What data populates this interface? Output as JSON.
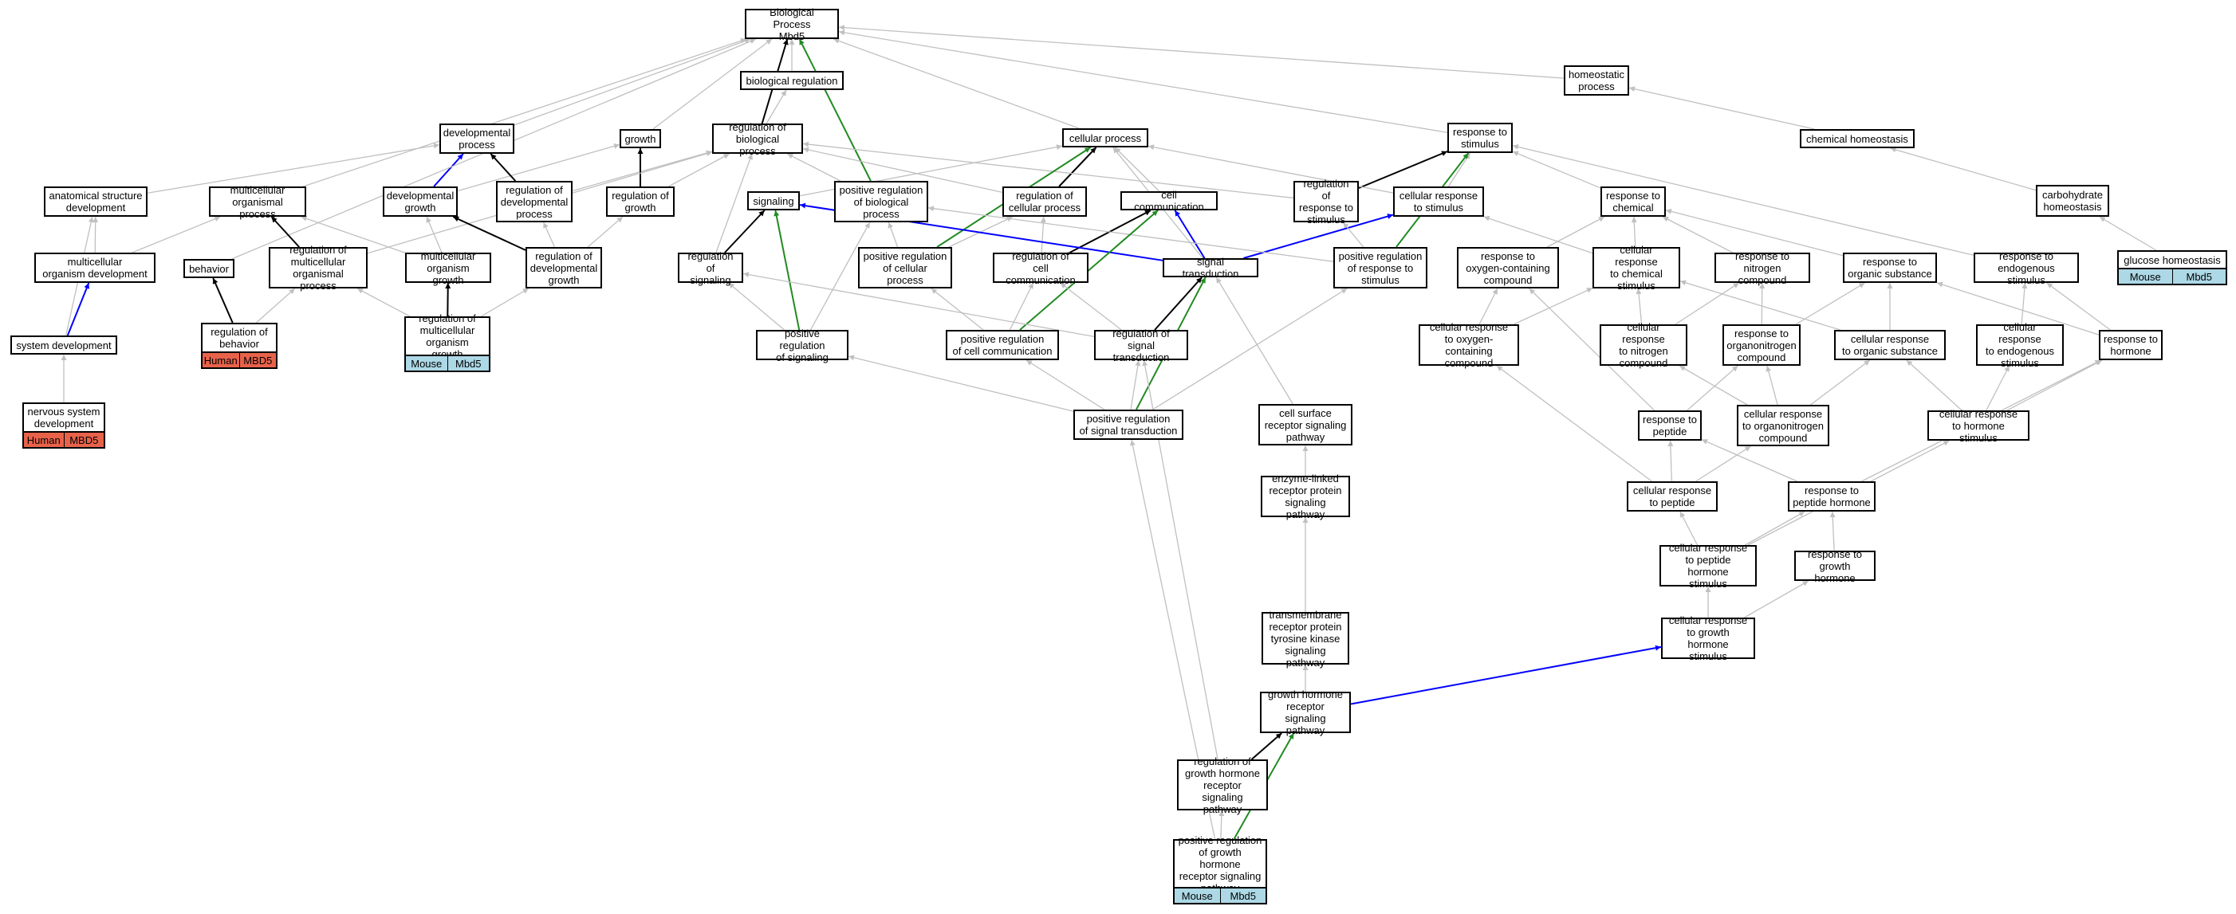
{
  "colors": {
    "is_a": "#c0c0c0",
    "part_of": "#000000",
    "regulates": "#0000ff",
    "positively_regulates": "#228b22",
    "human_tag": "#e8624a",
    "mouse_tag": "#add8e6"
  },
  "nodes": {
    "bp": "Biological Process\nMbd5",
    "bioreg": "biological regulation",
    "homeostatic": "homeostatic\nprocess",
    "chemhomeo": "chemical homeostasis",
    "carbhomeo": "carbohydrate\nhomeostasis",
    "glucosehomeo": "glucose homeostasis",
    "devproc": "developmental\nprocess",
    "growth": "growth",
    "regbio": "regulation of\nbiological process",
    "cellproc": "cellular process",
    "respstim": "response to\nstimulus",
    "anatdev": "anatomical structure\ndevelopment",
    "multiorg": "multicellular\norganismal process",
    "devgrowth": "developmental\ngrowth",
    "regdevproc": "regulation of\ndevelopmental\nprocess",
    "reggrowth": "regulation of\ngrowth",
    "signaling": "signaling",
    "posregbio": "positive regulation\nof biological\nprocess",
    "regcellproc": "regulation of\ncellular process",
    "cellcomm": "cell communication",
    "regrespstim": "regulation of\nresponse to\nstimulus",
    "cellrespstim": "cellular response\nto stimulus",
    "respchem": "response to\nchemical",
    "multiorgdev": "multicellular\norganism development",
    "behavior": "behavior",
    "regmultiorg": "regulation of\nmulticellular\norganismal process",
    "multigrowth": "multicellular\norganism growth",
    "regdevgrowth": "regulation of\ndevelopmental\ngrowth",
    "regsignaling": "regulation of\nsignaling",
    "posregcellproc": "positive regulation\nof cellular\nprocess",
    "regcellcomm": "regulation of\ncell communication",
    "sigtrans": "signal transduction",
    "posregrespstim": "positive regulation\nof response to\nstimulus",
    "respoxy": "response to\noxygen-containing\ncompound",
    "cellrespchem": "cellular response\nto chemical\nstimulus",
    "respnitro": "response to\nnitrogen compound",
    "resporgsub": "response to\norganic substance",
    "respendo": "response to\nendogenous stimulus",
    "sysdev": "system development",
    "regbehavior": "regulation of\nbehavior",
    "regmultigrowth": "regulation of\nmulticellular\norganism growth",
    "posregsig": "positive regulation\nof signaling",
    "posregcellcomm": "positive regulation\nof cell communication",
    "regsigtrans": "regulation of\nsignal transduction",
    "cellrespoxy": "cellular response\nto oxygen-containing\ncompound",
    "cellrespnitro": "cellular response\nto nitrogen\ncompound",
    "respnorgnitro": "response to\norganonitrogen\ncompound",
    "cellresporgsub": "cellular response\nto organic substance",
    "cellrespendo": "cellular response\nto endogenous\nstimulus",
    "resphormone": "response to\nhormone",
    "nervdev": "nervous system\ndevelopment",
    "posregsigtrans": "positive regulation\nof signal transduction",
    "cellsurf": "cell surface\nreceptor signaling\npathway",
    "resppeptide": "response to\npeptide",
    "cellresporgnitro": "cellular response\nto organonitrogen\ncompound",
    "cellresphormone": "cellular response\nto hormone stimulus",
    "enzlinked": "enzyme-linked\nreceptor protein\nsignaling pathway",
    "cellresppeptide": "cellular response\nto peptide",
    "resppephormone": "response to\npeptide hormone",
    "cellresppephormone": "cellular response\nto peptide hormone\nstimulus",
    "respgh": "response to\ngrowth hormone",
    "transmem": "transmembrane\nreceptor protein\ntyrosine kinase\nsignaling pathway",
    "cellrespgh": "cellular response\nto growth hormone\nstimulus",
    "ghpathway": "growth hormone\nreceptor signaling\npathway",
    "regghpathway": "regulation of\ngrowth hormone\nreceptor signaling\npathway",
    "posregghpathway": "positive regulation\nof growth hormone\nreceptor signaling\npathway"
  },
  "tags": {
    "glucosehomeo": [
      "Mouse",
      "Mbd5"
    ],
    "regbehavior": [
      "Human",
      "MBD5"
    ],
    "regmultigrowth": [
      "Mouse",
      "Mbd5"
    ],
    "nervdev": [
      "Human",
      "MBD5"
    ],
    "posregghpathway": [
      "Mouse",
      "Mbd5"
    ]
  },
  "edges": [
    [
      "bioreg",
      "bp",
      "is_a"
    ],
    [
      "homeostatic",
      "bp",
      "is_a"
    ],
    [
      "chemhomeo",
      "homeostatic",
      "is_a"
    ],
    [
      "carbhomeo",
      "chemhomeo",
      "is_a"
    ],
    [
      "glucosehomeo",
      "carbhomeo",
      "is_a"
    ],
    [
      "devproc",
      "bp",
      "is_a"
    ],
    [
      "growth",
      "bp",
      "is_a"
    ],
    [
      "regbio",
      "bioreg",
      "is_a"
    ],
    [
      "regbio",
      "bp",
      "part_of"
    ],
    [
      "cellproc",
      "bp",
      "is_a"
    ],
    [
      "respstim",
      "bp",
      "is_a"
    ],
    [
      "anatdev",
      "devproc",
      "is_a"
    ],
    [
      "multiorg",
      "bp",
      "is_a"
    ],
    [
      "devgrowth",
      "devproc",
      "regulates"
    ],
    [
      "devgrowth",
      "growth",
      "is_a"
    ],
    [
      "regdevproc",
      "devproc",
      "part_of"
    ],
    [
      "regdevproc",
      "regbio",
      "is_a"
    ],
    [
      "reggrowth",
      "growth",
      "part_of"
    ],
    [
      "reggrowth",
      "regbio",
      "is_a"
    ],
    [
      "signaling",
      "cellproc",
      "is_a"
    ],
    [
      "posregbio",
      "bp",
      "positively_regulates"
    ],
    [
      "posregbio",
      "regbio",
      "is_a"
    ],
    [
      "regcellproc",
      "cellproc",
      "part_of"
    ],
    [
      "regcellproc",
      "regbio",
      "is_a"
    ],
    [
      "cellcomm",
      "cellproc",
      "is_a"
    ],
    [
      "regrespstim",
      "respstim",
      "part_of"
    ],
    [
      "regrespstim",
      "regbio",
      "is_a"
    ],
    [
      "cellrespstim",
      "respstim",
      "is_a"
    ],
    [
      "cellrespstim",
      "cellproc",
      "is_a"
    ],
    [
      "respchem",
      "respstim",
      "is_a"
    ],
    [
      "multiorgdev",
      "anatdev",
      "is_a"
    ],
    [
      "multiorgdev",
      "multiorg",
      "is_a"
    ],
    [
      "behavior",
      "bp",
      "is_a"
    ],
    [
      "regmultiorg",
      "multiorg",
      "part_of"
    ],
    [
      "regmultiorg",
      "regbio",
      "is_a"
    ],
    [
      "multigrowth",
      "devgrowth",
      "is_a"
    ],
    [
      "multigrowth",
      "multiorg",
      "is_a"
    ],
    [
      "regdevgrowth",
      "devgrowth",
      "part_of"
    ],
    [
      "regdevgrowth",
      "regdevproc",
      "is_a"
    ],
    [
      "regdevgrowth",
      "reggrowth",
      "is_a"
    ],
    [
      "regsignaling",
      "signaling",
      "part_of"
    ],
    [
      "regsignaling",
      "regbio",
      "is_a"
    ],
    [
      "posregcellproc",
      "cellproc",
      "positively_regulates"
    ],
    [
      "posregcellproc",
      "regcellproc",
      "is_a"
    ],
    [
      "posregcellproc",
      "posregbio",
      "is_a"
    ],
    [
      "regcellcomm",
      "cellcomm",
      "part_of"
    ],
    [
      "regcellcomm",
      "regcellproc",
      "is_a"
    ],
    [
      "sigtrans",
      "signaling",
      "regulates"
    ],
    [
      "sigtrans",
      "cellcomm",
      "regulates"
    ],
    [
      "sigtrans",
      "cellrespstim",
      "regulates"
    ],
    [
      "sigtrans",
      "cellproc",
      "is_a"
    ],
    [
      "posregrespstim",
      "regrespstim",
      "is_a"
    ],
    [
      "posregrespstim",
      "respstim",
      "positively_regulates"
    ],
    [
      "posregrespstim",
      "posregbio",
      "is_a"
    ],
    [
      "respoxy",
      "respchem",
      "is_a"
    ],
    [
      "cellrespchem",
      "respchem",
      "is_a"
    ],
    [
      "cellrespchem",
      "cellrespstim",
      "is_a"
    ],
    [
      "respnitro",
      "respchem",
      "is_a"
    ],
    [
      "resporgsub",
      "respchem",
      "is_a"
    ],
    [
      "respendo",
      "respstim",
      "is_a"
    ],
    [
      "sysdev",
      "multiorgdev",
      "regulates"
    ],
    [
      "sysdev",
      "anatdev",
      "is_a"
    ],
    [
      "regbehavior",
      "behavior",
      "part_of"
    ],
    [
      "regbehavior",
      "regmultiorg",
      "is_a"
    ],
    [
      "regmultigrowth",
      "multigrowth",
      "part_of"
    ],
    [
      "regmultigrowth",
      "regmultiorg",
      "is_a"
    ],
    [
      "regmultigrowth",
      "regdevgrowth",
      "is_a"
    ],
    [
      "posregsig",
      "signaling",
      "positively_regulates"
    ],
    [
      "posregsig",
      "regsignaling",
      "is_a"
    ],
    [
      "posregsig",
      "posregbio",
      "is_a"
    ],
    [
      "posregcellcomm",
      "cellcomm",
      "positively_regulates"
    ],
    [
      "posregcellcomm",
      "regcellcomm",
      "is_a"
    ],
    [
      "posregcellcomm",
      "posregcellproc",
      "is_a"
    ],
    [
      "regsigtrans",
      "sigtrans",
      "part_of"
    ],
    [
      "regsigtrans",
      "regsignaling",
      "is_a"
    ],
    [
      "regsigtrans",
      "regcellcomm",
      "is_a"
    ],
    [
      "cellrespoxy",
      "respoxy",
      "is_a"
    ],
    [
      "cellrespoxy",
      "cellrespchem",
      "is_a"
    ],
    [
      "cellrespnitro",
      "respnitro",
      "is_a"
    ],
    [
      "cellrespnitro",
      "cellrespchem",
      "is_a"
    ],
    [
      "respnorgnitro",
      "respnitro",
      "is_a"
    ],
    [
      "respnorgnitro",
      "resporgsub",
      "is_a"
    ],
    [
      "cellresporgsub",
      "resporgsub",
      "is_a"
    ],
    [
      "cellresporgsub",
      "cellrespchem",
      "is_a"
    ],
    [
      "cellrespendo",
      "respendo",
      "is_a"
    ],
    [
      "resphormone",
      "respendo",
      "is_a"
    ],
    [
      "resphormone",
      "resporgsub",
      "is_a"
    ],
    [
      "nervdev",
      "sysdev",
      "is_a"
    ],
    [
      "posregsigtrans",
      "sigtrans",
      "positively_regulates"
    ],
    [
      "posregsigtrans",
      "regsigtrans",
      "is_a"
    ],
    [
      "posregsigtrans",
      "posregsig",
      "is_a"
    ],
    [
      "posregsigtrans",
      "posregcellcomm",
      "is_a"
    ],
    [
      "posregsigtrans",
      "posregrespstim",
      "is_a"
    ],
    [
      "cellsurf",
      "sigtrans",
      "is_a"
    ],
    [
      "resppeptide",
      "respnorgnitro",
      "is_a"
    ],
    [
      "resppeptide",
      "respoxy",
      "is_a"
    ],
    [
      "cellresporgnitro",
      "respnorgnitro",
      "is_a"
    ],
    [
      "cellresporgnitro",
      "cellrespnitro",
      "is_a"
    ],
    [
      "cellresporgnitro",
      "cellresporgsub",
      "is_a"
    ],
    [
      "cellresphormone",
      "resphormone",
      "is_a"
    ],
    [
      "cellresphormone",
      "cellrespendo",
      "is_a"
    ],
    [
      "cellresphormone",
      "cellresporgsub",
      "is_a"
    ],
    [
      "enzlinked",
      "cellsurf",
      "is_a"
    ],
    [
      "cellresppeptide",
      "resppeptide",
      "is_a"
    ],
    [
      "cellresppeptide",
      "cellresporgnitro",
      "is_a"
    ],
    [
      "cellresppeptide",
      "cellrespoxy",
      "is_a"
    ],
    [
      "resppephormone",
      "resppeptide",
      "is_a"
    ],
    [
      "resppephormone",
      "resphormone",
      "is_a"
    ],
    [
      "cellresppephormone",
      "cellresppeptide",
      "is_a"
    ],
    [
      "cellresppephormone",
      "resppephormone",
      "is_a"
    ],
    [
      "cellresppephormone",
      "cellresphormone",
      "is_a"
    ],
    [
      "respgh",
      "resppephormone",
      "is_a"
    ],
    [
      "transmem",
      "enzlinked",
      "is_a"
    ],
    [
      "cellrespgh",
      "cellresppephormone",
      "is_a"
    ],
    [
      "cellrespgh",
      "respgh",
      "is_a"
    ],
    [
      "ghpathway",
      "transmem",
      "is_a"
    ],
    [
      "ghpathway",
      "cellrespgh",
      "regulates"
    ],
    [
      "regghpathway",
      "ghpathway",
      "part_of"
    ],
    [
      "regghpathway",
      "regsigtrans",
      "is_a"
    ],
    [
      "posregghpathway",
      "regghpathway",
      "is_a"
    ],
    [
      "posregghpathway",
      "ghpathway",
      "positively_regulates"
    ],
    [
      "posregghpathway",
      "posregsigtrans",
      "is_a"
    ]
  ]
}
